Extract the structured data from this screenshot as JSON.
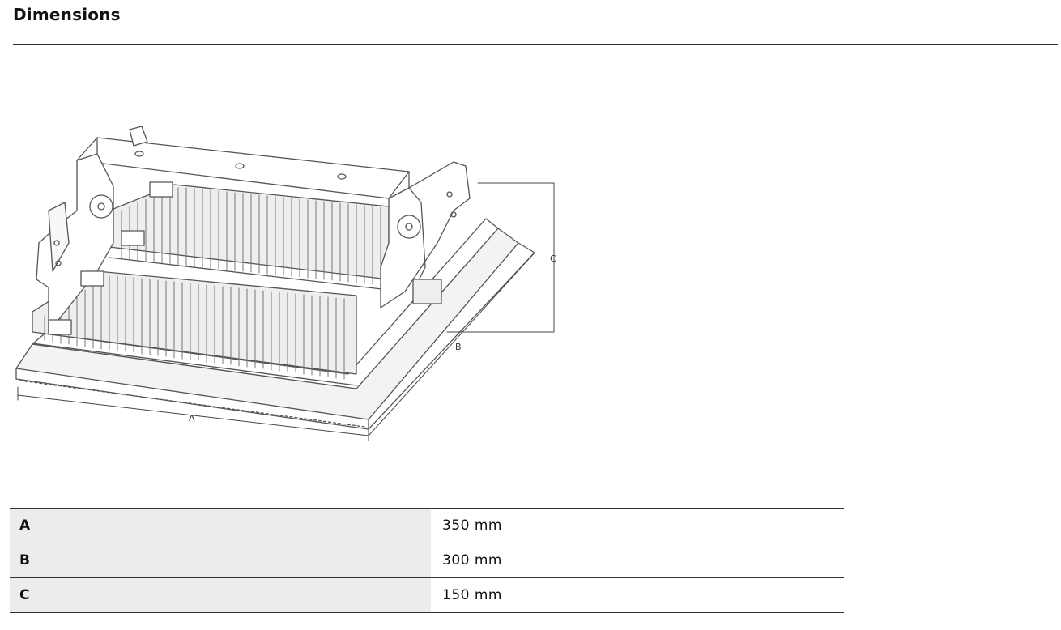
{
  "page": {
    "title": "Dimensions"
  },
  "drawing": {
    "labels": {
      "a": "A",
      "b": "B",
      "c": "C"
    }
  },
  "dimensions": [
    {
      "key": "A",
      "value": "350 mm"
    },
    {
      "key": "B",
      "value": "300 mm"
    },
    {
      "key": "C",
      "value": "150 mm"
    }
  ]
}
